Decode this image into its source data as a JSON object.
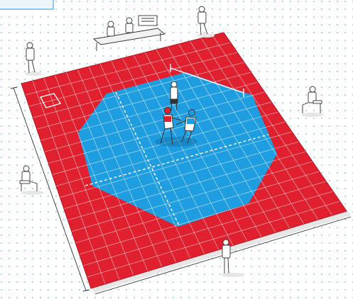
{
  "colors": {
    "background": "#ffffff",
    "dot_pattern": "#7db8dc",
    "mat_outer": "#e0202f",
    "mat_inner": "#1e9ee0",
    "grid_line": "#a9d6f2",
    "boundary_line": "#ffffff",
    "figure_fill": "#ffffff",
    "figure_stroke": "#333333",
    "red_fighter": "#e0202f",
    "blue_fighter": "#1e9ee0",
    "shadow": "#d9d9d9"
  },
  "mat": {
    "outer_shape": "square",
    "inner_shape": "octagon",
    "grid": "tiled",
    "center_lines": "dashed"
  },
  "figures": {
    "referee": "standing-figure",
    "fighters": [
      "red-fighter",
      "blue-fighter"
    ],
    "judges": [
      "judge-left",
      "judge-right",
      "judge-bottom-left",
      "judge-bottom"
    ],
    "officials_table": "seated-officials",
    "coaches": [
      "coach-top-left",
      "coach-top-right"
    ]
  },
  "icons": {
    "referee": "referee-icon",
    "fighter": "fighter-icon",
    "judge": "judge-icon",
    "officials": "officials-table-icon"
  }
}
